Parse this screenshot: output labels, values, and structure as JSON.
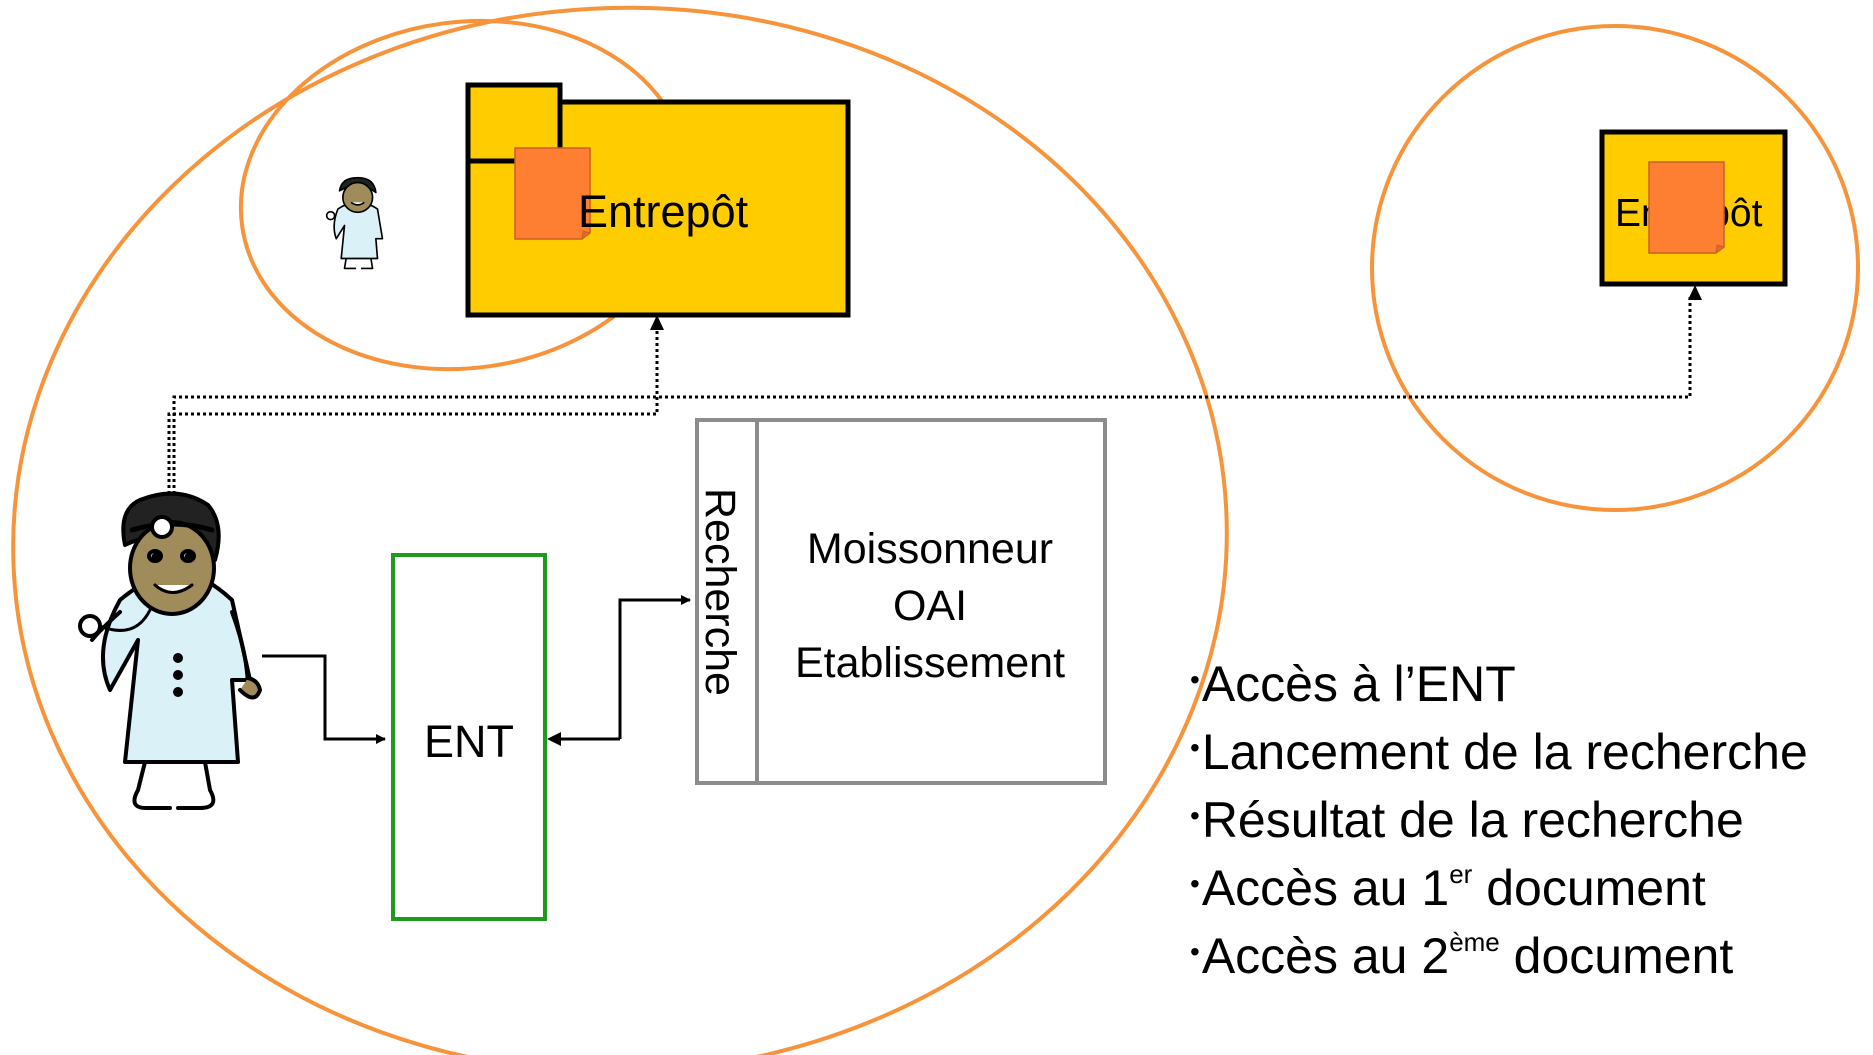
{
  "diagram": {
    "colors": {
      "domain_ring": "#F7943B",
      "repository_fill": "#FFCC00",
      "document_fill": "#FF7F32",
      "ent_border": "#1E9A1E",
      "harvester_border": "#8C8C8C",
      "coat_fill": "#D9F1F7",
      "skin_fill": "#A08C5A"
    },
    "local_repository": {
      "label": "Entrepôt"
    },
    "remote_repository": {
      "label": "Entrepôt"
    },
    "ent": {
      "label": "ENT"
    },
    "harvester": {
      "search_tab_label": "Recherche",
      "line1": "Moissonneur",
      "line2": "OAI",
      "line3": "Etablissement"
    },
    "user_icon": "doctor-with-stethoscope-icon",
    "document_icon": "document-icon"
  },
  "steps": [
    {
      "bullet": "•",
      "text": "Accès à l’ENT"
    },
    {
      "bullet": "•",
      "text": "Lancement de la recherche"
    },
    {
      "bullet": "•",
      "text": "Résultat de la recherche"
    },
    {
      "bullet": "•",
      "pre": "Accès au 1",
      "sup": "er",
      "post": " document"
    },
    {
      "bullet": "•",
      "pre": "Accès au 2",
      "sup": "ème",
      "post": " document"
    }
  ]
}
